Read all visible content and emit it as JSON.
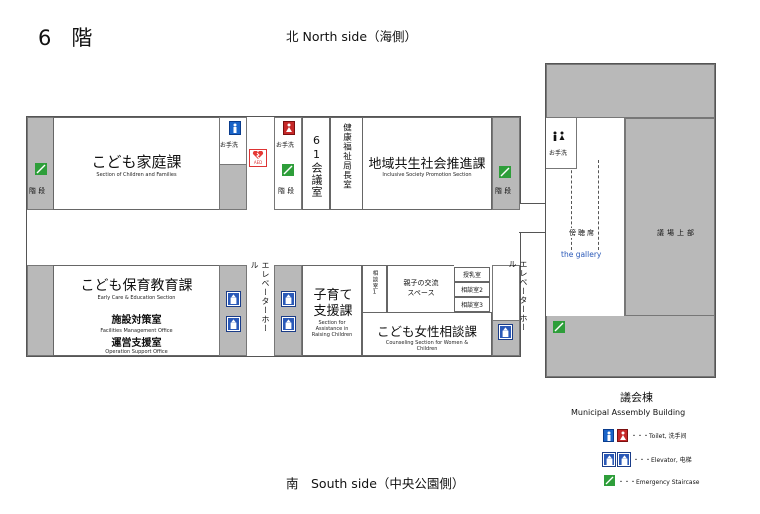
{
  "header": {
    "floor_number": "6",
    "floor_label": "階"
  },
  "compass": {
    "north": "北  North side（海側）",
    "south": "南　South side（中央公園側）"
  },
  "rooms": {
    "kodomo_katei": {
      "ja": "こども家庭課",
      "en": "Section of Children and Families"
    },
    "room61": {
      "name": "61会議室"
    },
    "kenko": {
      "name": "健康福祉局長室"
    },
    "chiiki": {
      "ja": "地域共生社会推進課",
      "en": "Inclusive Society Promotion Section"
    },
    "hoiku": {
      "ja": "こども保育教育課",
      "en": "Early Care & Education Section"
    },
    "shisetsu": {
      "ja": "施設対策室",
      "en": "Facilities Management Office"
    },
    "unei": {
      "ja": "運営支援室",
      "en": "Operation Support Office"
    },
    "kosodate": {
      "ja": "子育て支援課",
      "en1": "Section for",
      "en2": "Assistance in",
      "en3": "Raising Children"
    },
    "soudan1": {
      "name": "相談室1"
    },
    "oyako": {
      "line1": "親子の交流",
      "line2": "スペース"
    },
    "junyu": {
      "name": "授乳室"
    },
    "soudan2": {
      "name": "相談室2"
    },
    "soudan3": {
      "name": "相談室3"
    },
    "josei": {
      "ja": "こども女性相談課",
      "en1": "Counseling Section for Women &",
      "en2": "Children"
    },
    "elevator_hall": {
      "name": "エレベーターホール"
    },
    "bocho": {
      "name": "傍聴席",
      "en": "the gallery"
    },
    "gijo": {
      "name": "議場上部"
    }
  },
  "labels": {
    "stairs": "階 段",
    "otearai": "お手洗",
    "aed": "AED"
  },
  "legend": {
    "building_ja": "議会棟",
    "building_en": "Municipal Assembly Building",
    "toilet": "・・・Toilet, 洗手间",
    "elevator": "・・・Elevator, 电梯",
    "stair": "・・・Emergency Staircase"
  },
  "colors": {
    "toilet_men": "#1a64c8",
    "toilet_women": "#c62828",
    "elevator": "#2a59b8",
    "stair": "#2e9e3a",
    "service": "#b9b9b9"
  }
}
